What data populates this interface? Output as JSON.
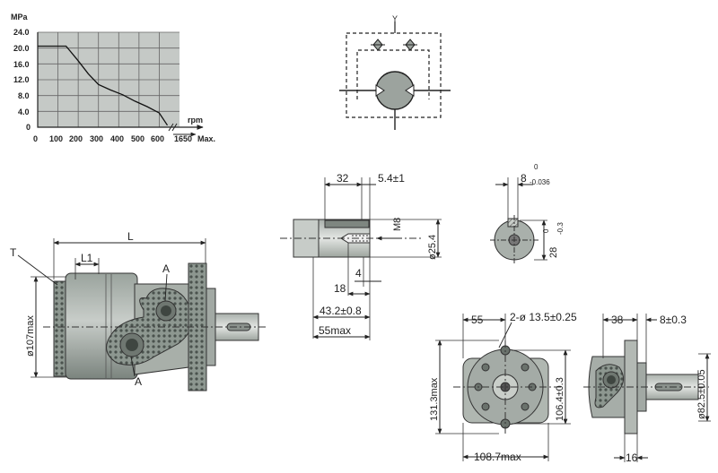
{
  "chart": {
    "y_unit": "MPa",
    "x_unit": "rpm",
    "y_ticks": [
      "24.0",
      "20.0",
      "16.0",
      "12.0",
      "8.0",
      "4.0",
      "0"
    ],
    "x_ticks": [
      "0",
      "100",
      "200",
      "300",
      "400",
      "500",
      "600"
    ],
    "x_max_label": "1650",
    "x_max_suffix": "Max."
  },
  "chart_data": {
    "type": "line",
    "x_unit": "rpm",
    "y_unit": "MPa",
    "xlim": [
      0,
      700
    ],
    "ylim": [
      0,
      24
    ],
    "grid": true,
    "x_ticks": [
      0,
      100,
      200,
      300,
      400,
      500,
      600
    ],
    "y_ticks": [
      0,
      4,
      8,
      12,
      16,
      20,
      24
    ],
    "series": [
      {
        "x": [
          0,
          140,
          200,
          250,
          300,
          360,
          420,
          480,
          540,
          600,
          640
        ],
        "y": [
          20.5,
          20.5,
          16.8,
          13.5,
          10.8,
          9.4,
          8.2,
          6.6,
          5.2,
          3.6,
          0.5
        ]
      }
    ]
  },
  "schematic": {
    "label": "Y"
  },
  "shaft": {
    "d32": "32",
    "d54": "5.4±1",
    "m8": "M8",
    "d254": "ø25.4",
    "d4": "4",
    "d18": "18",
    "d432": "43.2±0.8",
    "d55max": "55max"
  },
  "key": {
    "key_main": "8",
    "key_up": "0",
    "key_low": "-0.036",
    "h_main": "28",
    "h_up": "0",
    "h_low": "-0.3"
  },
  "side_view": {
    "T": "T",
    "L": "L",
    "L1": "L1",
    "A_top": "A",
    "A_bot": "A",
    "dia107": "ø107max"
  },
  "front_view": {
    "d55": "55",
    "holes": "2-ø 13.5±0.25",
    "d1313": "131.3max",
    "d1064": "106.4±0.3",
    "d1087": "108.7max"
  },
  "rear_view": {
    "d38": "38",
    "d8": "8±0.3",
    "d825": "ø82.5±0.05",
    "d16": "16"
  }
}
